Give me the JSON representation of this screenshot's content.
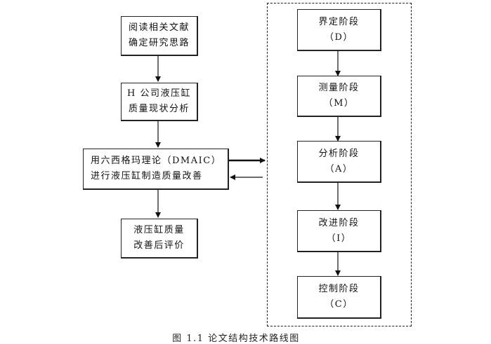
{
  "left_flow": {
    "step1": {
      "line1": "阅读相关文献",
      "line2": "确定研究思路"
    },
    "step2": {
      "line1": "H 公司液压缸",
      "line2": "质量现状分析"
    },
    "step3": {
      "line1": "用六西格玛理论（DMAIC）",
      "line2": "进行液压缸制造质量改善"
    },
    "step4": {
      "line1": "液压缸质量",
      "line2": "改善后评价"
    }
  },
  "dmaic_flow": {
    "define": {
      "line1": "界定阶段",
      "line2": "（D）"
    },
    "measure": {
      "line1": "测量阶段",
      "line2": "（M）"
    },
    "analyze": {
      "line1": "分析阶段",
      "line2": "（A）"
    },
    "improve": {
      "line1": "改进阶段",
      "line2": "（I）"
    },
    "control": {
      "line1": "控制阶段",
      "line2": "（C）"
    }
  },
  "caption": "图 1.1 论文结构技术路线图"
}
